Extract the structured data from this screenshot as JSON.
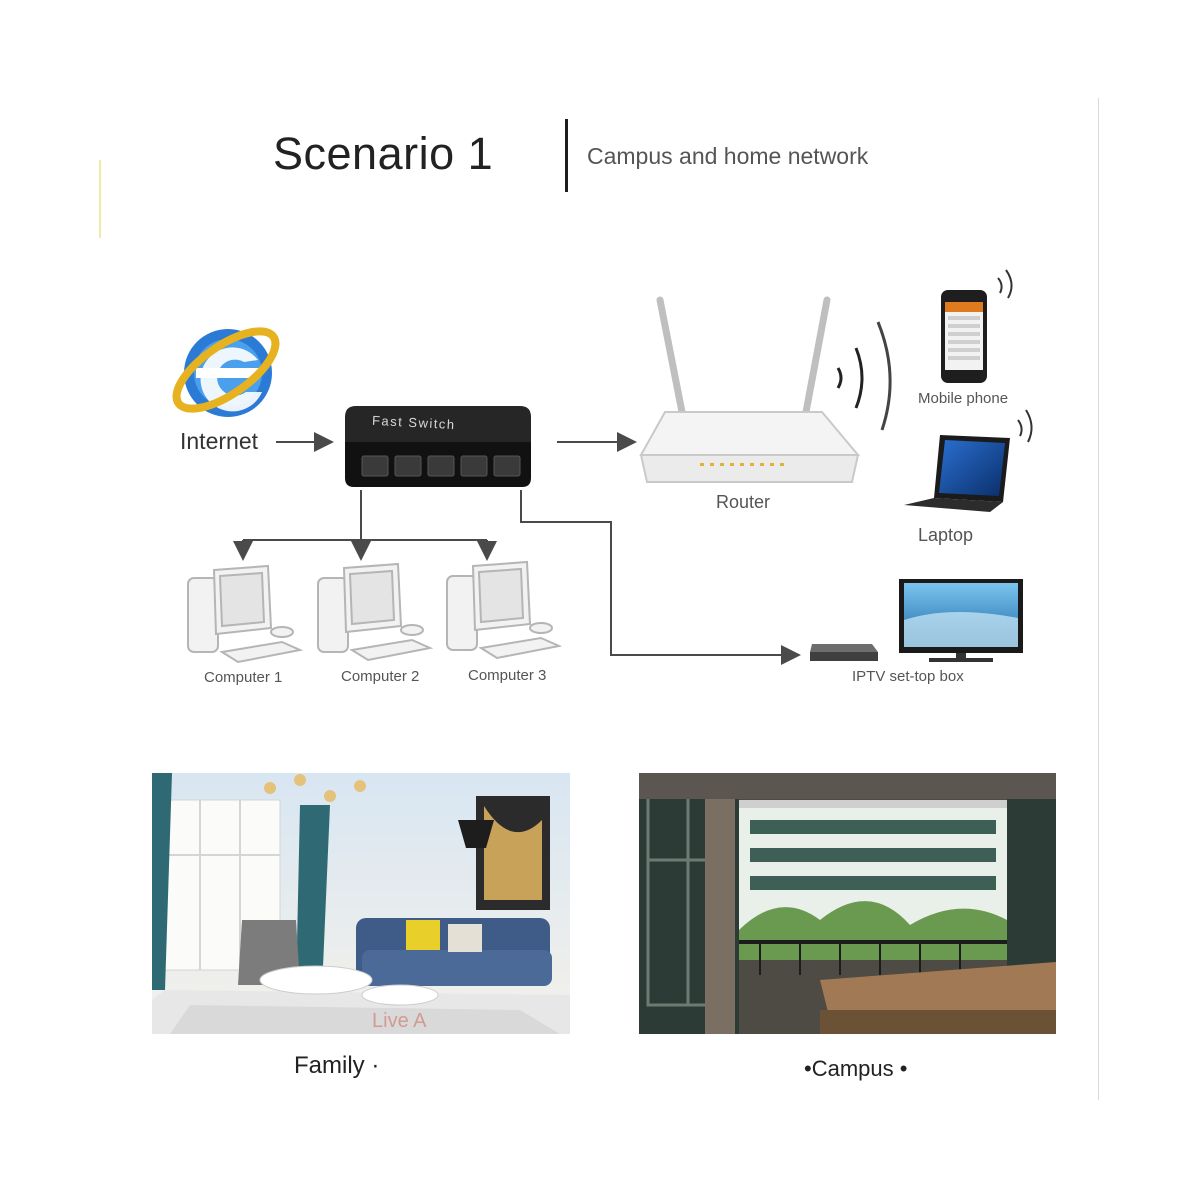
{
  "header": {
    "title": "Scenario 1",
    "subtitle": "Campus and home network"
  },
  "diagram": {
    "internet_label": "Internet",
    "switch_label": "Fast Switch",
    "router_label": "Router",
    "mobile_label": "Mobile phone",
    "laptop_label": "Laptop",
    "iptv_label": "IPTV set-top box",
    "computers": [
      "Computer 1",
      "Computer 2",
      "Computer 3"
    ]
  },
  "photos": {
    "family_caption": "Family ·",
    "family_watermark": "Live A",
    "campus_caption": "•Campus •"
  },
  "colors": {
    "arrow": "#4a4a4a",
    "switch_body": "#1a1a1a",
    "ie_blue": "#2a7ad6",
    "ie_gold": "#e7b21f"
  }
}
